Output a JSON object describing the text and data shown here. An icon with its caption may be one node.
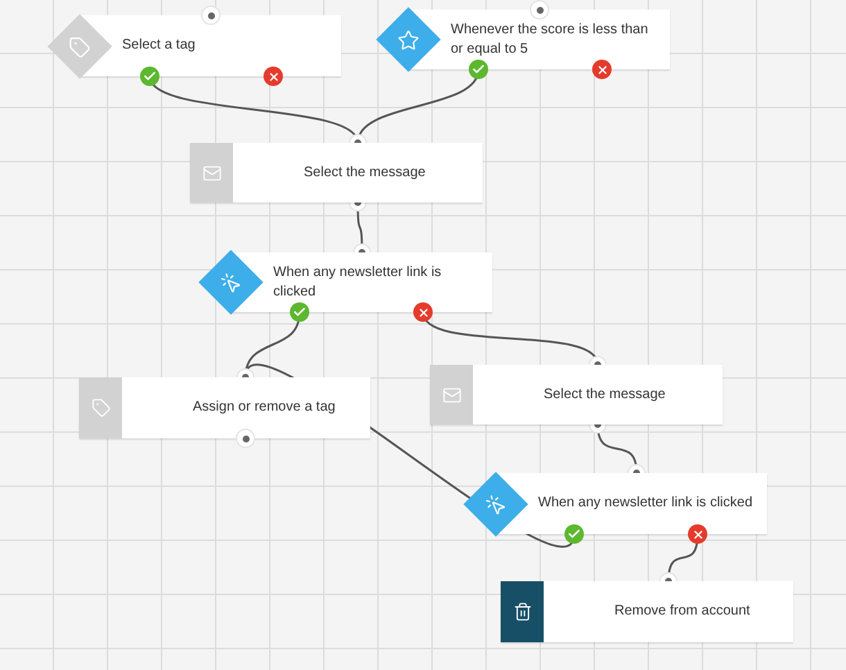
{
  "diagram": {
    "nodes": [
      {
        "text": [
          "Select a tag"
        ]
      },
      {
        "text": [
          "Whenever the score is less than or equal to 5"
        ]
      },
      {
        "text": [
          "Select the message"
        ]
      },
      {
        "text": [
          "When any newsletter link is clicked"
        ]
      },
      {
        "text": [
          "Assign or remove a tag"
        ]
      },
      {
        "text": [
          "Select the message"
        ]
      },
      {
        "text": [
          "When any newsletter link is clicked"
        ]
      },
      {
        "text": [
          "Remove from account"
        ]
      }
    ],
    "edges": [
      {
        "from": 0,
        "to": 2,
        "arrow": "other"
      },
      {
        "from": 1,
        "to": 2,
        "arrow": "other"
      },
      {
        "from": 2,
        "to": 3,
        "arrow": "other"
      },
      {
        "from": 3,
        "to": 4,
        "arrow": "other"
      },
      {
        "from": 3,
        "to": 5,
        "arrow": "other"
      },
      {
        "from": 5,
        "to": 6,
        "arrow": "other"
      },
      {
        "from": 6,
        "to": 4,
        "arrow": "other"
      },
      {
        "from": 6,
        "to": 7,
        "arrow": "other"
      }
    ]
  }
}
